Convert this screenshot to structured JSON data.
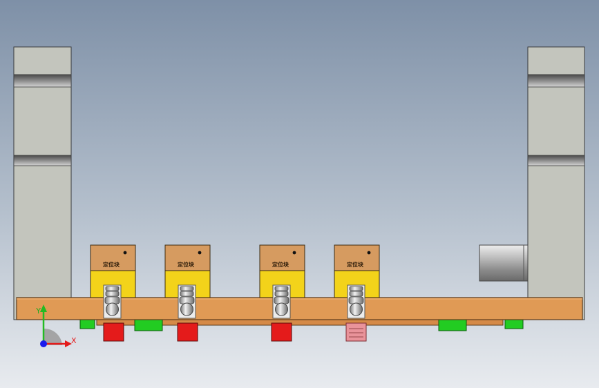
{
  "viewport": {
    "background_top": "#7e90a7",
    "background_bottom": "#e8ebef"
  },
  "clamps": [
    {
      "label": "定位块"
    },
    {
      "label": "定位块"
    },
    {
      "label": "定位块"
    },
    {
      "label": "定位块"
    }
  ],
  "colors": {
    "plate": "#e09a55",
    "plate_edge": "#5a3a1a",
    "clamp_head": "#d69b60",
    "clamp_body": "#f3d31a",
    "red_block": "#e41b1b",
    "pink_block": "#e9939a",
    "green_block": "#22cc22",
    "side_column": "#c3c5bd",
    "cylinder": "#c8c8c8"
  },
  "triad": {
    "x_label": "X",
    "y_label": "Y",
    "x_color": "#e41b1b",
    "y_color": "#22bb22",
    "z_color": "#1a1aee"
  }
}
